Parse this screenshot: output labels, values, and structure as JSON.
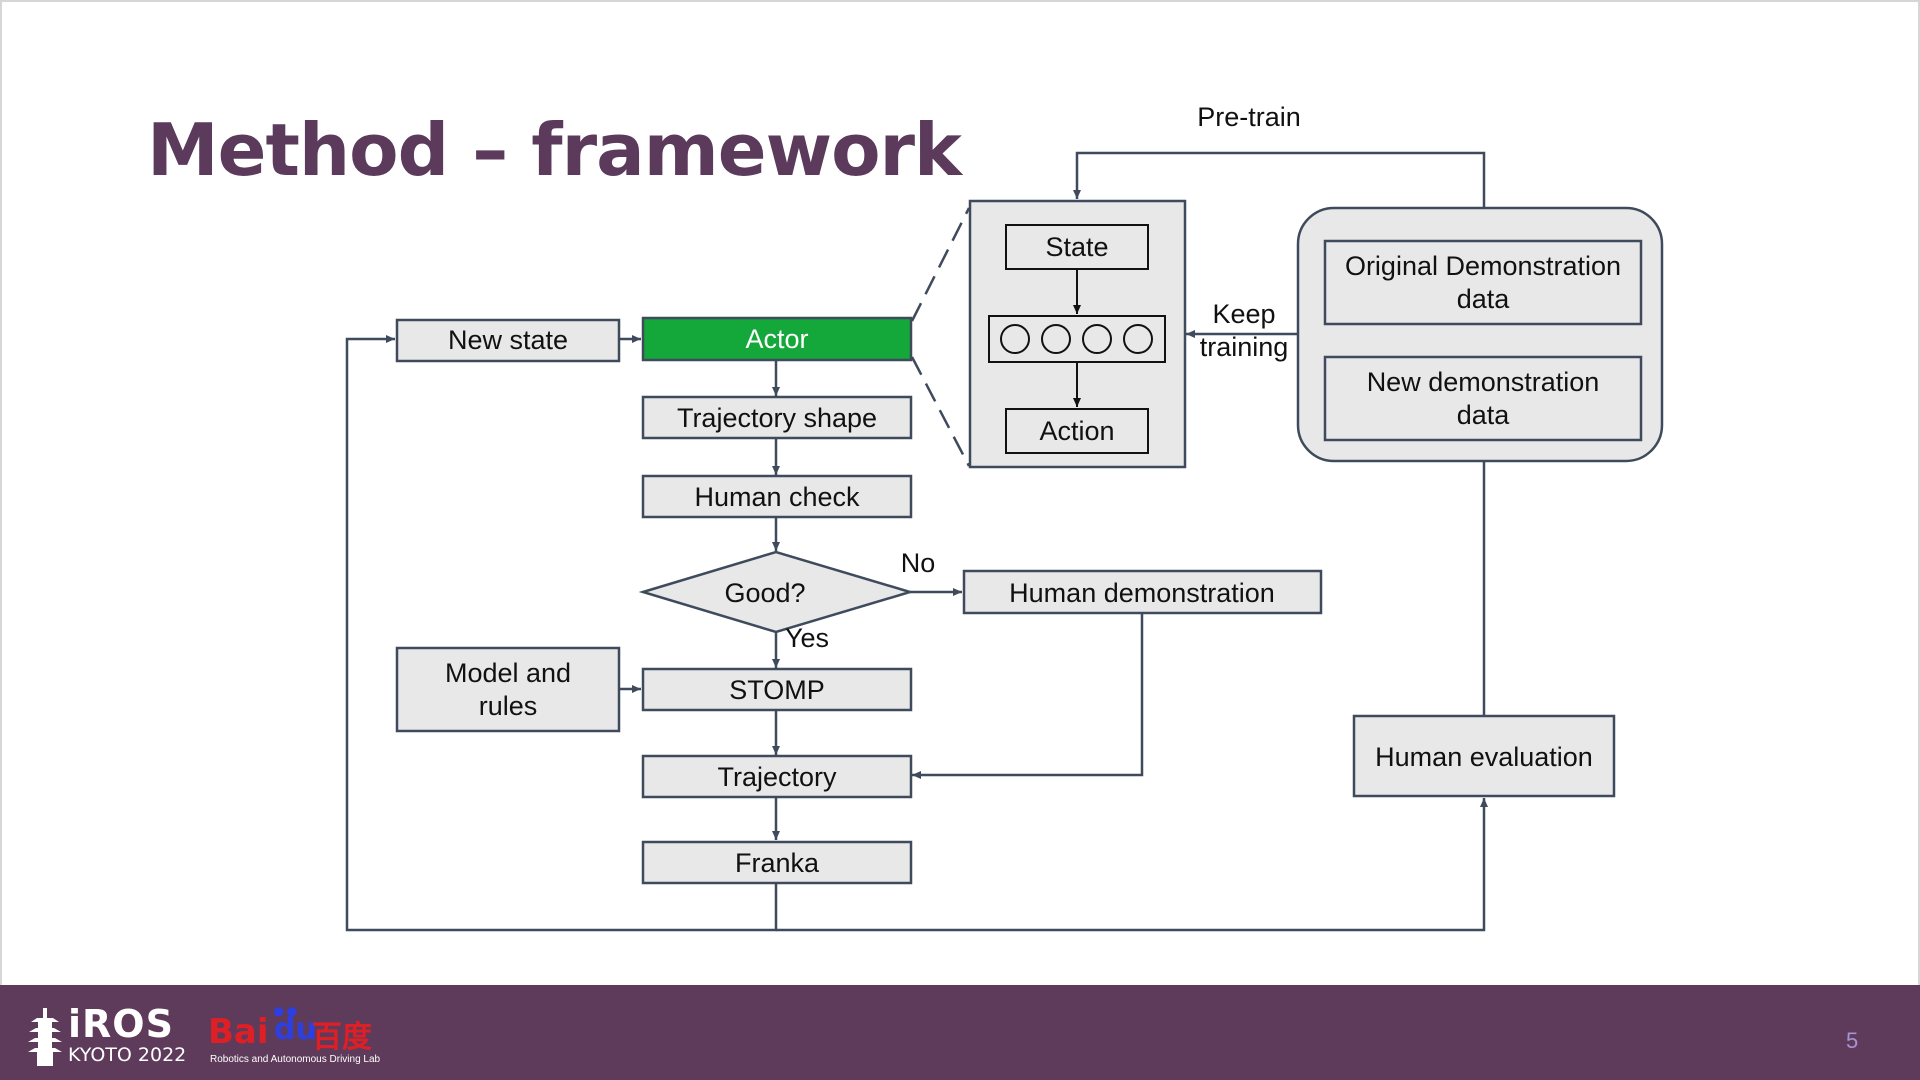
{
  "slide": {
    "title": "Method – framework",
    "page_number": "5"
  },
  "nodes": {
    "new_state": "New state",
    "actor": "Actor",
    "trajectory_shape": "Trajectory shape",
    "human_check": "Human check",
    "good_decision": "Good?",
    "model_rules_line1": "Model and",
    "model_rules_line2": "rules",
    "stomp": "STOMP",
    "trajectory": "Trajectory",
    "franka": "Franka",
    "human_demonstration": "Human demonstration",
    "human_evaluation": "Human evaluation",
    "state": "State",
    "action": "Action",
    "original_demo_line1": "Original Demonstration",
    "original_demo_line2": "data",
    "new_demo_line1": "New demonstration",
    "new_demo_line2": "data"
  },
  "edge_labels": {
    "pretrain": "Pre-train",
    "keep_line1": "Keep",
    "keep_line2": "training",
    "no": "No",
    "yes": "Yes"
  },
  "colors": {
    "title": "#5b3a5b",
    "actor_fill": "#14a83b",
    "box_fill": "#e8e8e8",
    "border": "#3f4b5c",
    "footer": "#5e3b5a"
  },
  "footer": {
    "iros_logo_text": "iROS",
    "iros_logo_sub": "KYOTO 2022",
    "baidu_logo_part1": "Bai",
    "baidu_logo_part2": "du",
    "baidu_logo_part3": "百度",
    "baidu_logo_sub": "Robotics and Autonomous Driving Lab"
  }
}
